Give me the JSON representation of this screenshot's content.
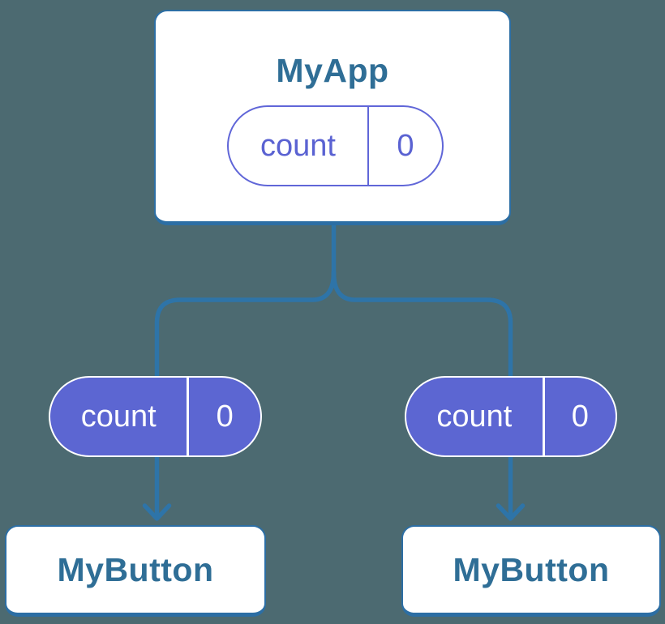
{
  "colors": {
    "background": "#4C6A71",
    "card_background": "#FFFFFF",
    "card_border": "#2C6EA4",
    "connector_line": "#2E74A8",
    "node_title_text": "#2F6E96",
    "prop_pill_outline": "#6066D8",
    "prop_pill_outline_text": "#5A62D2",
    "prop_pill_fill": "#5C66D2",
    "prop_pill_fill_text": "#FFFFFF"
  },
  "diagram": {
    "type": "component-tree",
    "root": {
      "label": "MyApp",
      "prop": {
        "name": "count",
        "value": "0"
      }
    },
    "children": [
      {
        "label": "MyButton",
        "prop": {
          "name": "count",
          "value": "0"
        }
      },
      {
        "label": "MyButton",
        "prop": {
          "name": "count",
          "value": "0"
        }
      }
    ]
  }
}
